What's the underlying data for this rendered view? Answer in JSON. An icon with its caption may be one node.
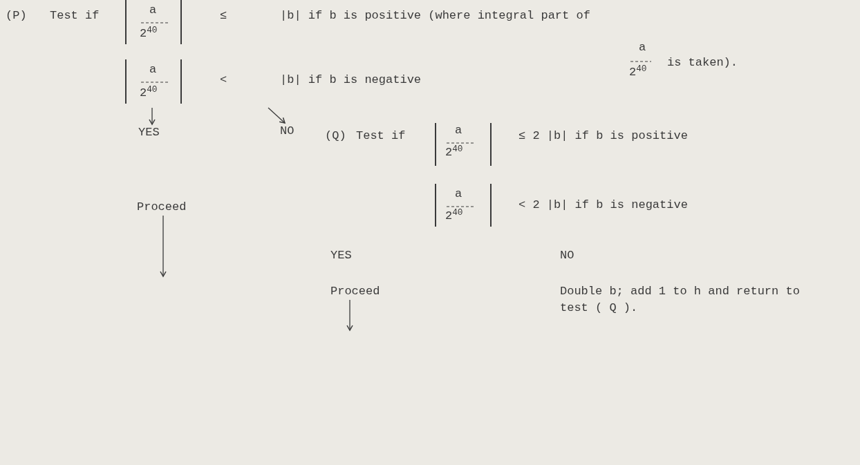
{
  "diagram": {
    "nodes": [
      {
        "text": [
          "(P)",
          "Test if",
          "a",
          "2$^{40}$",
          "≤",
          "|b| if b is positive (where integral part of",
          "a",
          "2$^{40}$",
          "<",
          "|b| if b is negative",
          "a",
          "2$^{40}$",
          "is taken)."
        ]
      },
      {
        "text": [
          "YES"
        ]
      },
      {
        "text": [
          "NO"
        ]
      },
      {
        "text": [
          "Proceed"
        ]
      },
      {
        "text": [
          "(Q)",
          "Test if",
          "a",
          "2$^{40}$",
          "≤ 2 |b| if b is positive",
          "a",
          "2$^{40}$",
          "< 2 |b| if b is negative"
        ]
      },
      {
        "text": [
          "YES"
        ]
      },
      {
        "text": [
          "NO"
        ]
      },
      {
        "text": [
          "Proceed"
        ]
      },
      {
        "text": [
          "Double b; add 1 to h and return to test ( Q )."
        ]
      }
    ],
    "edges": [
      {
        "from": 0,
        "to": 1,
        "arrow": "to"
      },
      {
        "from": 0,
        "to": 2,
        "arrow": "to"
      },
      {
        "from": 3,
        "to": null,
        "arrow": "to"
      },
      {
        "from": 7,
        "to": null,
        "arrow": "to"
      }
    ]
  }
}
